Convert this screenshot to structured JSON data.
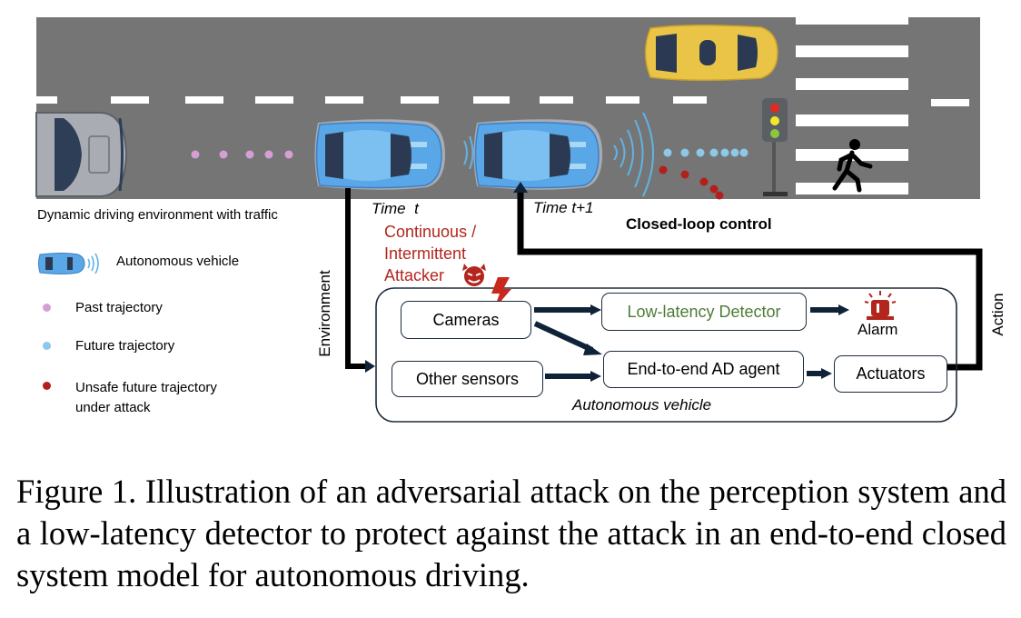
{
  "figure": {
    "road": {
      "label": "Dynamic driving environment with traffic",
      "time_t_label": "Time",
      "time_t_var": "t",
      "time_t1_label": "Time t+1",
      "loop_label": "Closed-loop control",
      "colors": {
        "asphalt": "#757575",
        "lane_marking": "#ffffff"
      }
    },
    "legend": {
      "items": [
        {
          "icon": "autonomous-vehicle-icon",
          "label": "Autonomous vehicle"
        },
        {
          "icon": "pink-dot",
          "label": "Past trajectory",
          "color": "#d59fd6"
        },
        {
          "icon": "light-blue-dot",
          "label": "Future trajectory",
          "color": "#8dc8e8"
        },
        {
          "icon": "red-dot",
          "label": "Unsafe future trajectory under attack",
          "line1": "Unsafe future trajectory",
          "line2": "under attack",
          "color": "#b3201c"
        }
      ]
    },
    "attacker": {
      "line1": "Continuous /",
      "line2": "Intermittent",
      "line3": "Attacker",
      "icons": [
        "devil-face-icon",
        "lightning-bolt-icon"
      ],
      "color": "#b3261e"
    },
    "side_labels": {
      "environment": "Environment",
      "action": "Action"
    },
    "vehicle_system": {
      "title": "Autonomous vehicle",
      "boxes": {
        "cameras": "Cameras",
        "other_sensors": "Other sensors",
        "detector": "Low-latency Detector",
        "agent": "End-to-end AD agent",
        "actuators": "Actuators"
      },
      "alarm": {
        "label": "Alarm",
        "icon": "siren-icon"
      },
      "colors": {
        "detector_text": "#4d7c35",
        "alarm": "#b3261e"
      }
    }
  },
  "caption": "Figure 1.  Illustration of an adversarial attack on the perception system and a low-latency detector to protect against the attack in an end-to-end closed system model for autonomous driving."
}
